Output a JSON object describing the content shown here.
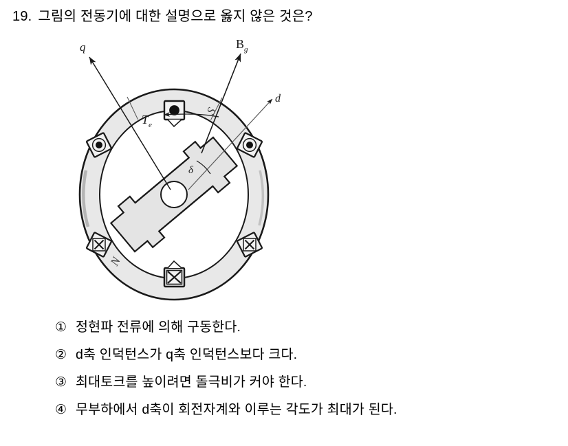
{
  "question": {
    "number": "19.",
    "text": "그림의 전동기에 대한 설명으로 옳지 않은 것은?"
  },
  "figure": {
    "name": "salient-pole-synchronous-motor-cross-section",
    "labels": {
      "q_axis": "q",
      "airgap_flux": "B",
      "airgap_flux_subscript": "g",
      "d_axis": "d",
      "torque": "T",
      "torque_subscript": "e",
      "load_angle": "δ",
      "south_pole": "S",
      "north_pole": "N"
    },
    "slots": [
      {
        "position": "top",
        "current": "out-of-page",
        "symbol": "dot"
      },
      {
        "position": "upper-left",
        "current": "out-of-page",
        "symbol": "dot"
      },
      {
        "position": "upper-right",
        "current": "out-of-page",
        "symbol": "dot"
      },
      {
        "position": "lower-left",
        "current": "into-page",
        "symbol": "cross"
      },
      {
        "position": "lower-right",
        "current": "into-page",
        "symbol": "cross"
      },
      {
        "position": "bottom",
        "current": "into-page",
        "symbol": "cross"
      }
    ],
    "colors": {
      "outline": "#1a1a1a",
      "stator_fill": "#e8e8e8",
      "rotor_fill": "#e4e4e4",
      "interior_fill": "#ffffff",
      "slot_fill": "#f2f2f2"
    }
  },
  "options": [
    {
      "marker": "①",
      "text": "정현파 전류에 의해 구동한다."
    },
    {
      "marker": "②",
      "text": "d축 인덕턴스가 q축 인덕턴스보다 크다."
    },
    {
      "marker": "③",
      "text": "최대토크를 높이려면 돌극비가 커야 한다."
    },
    {
      "marker": "④",
      "text": "무부하에서 d축이 회전자계와 이루는 각도가 최대가 된다."
    }
  ]
}
